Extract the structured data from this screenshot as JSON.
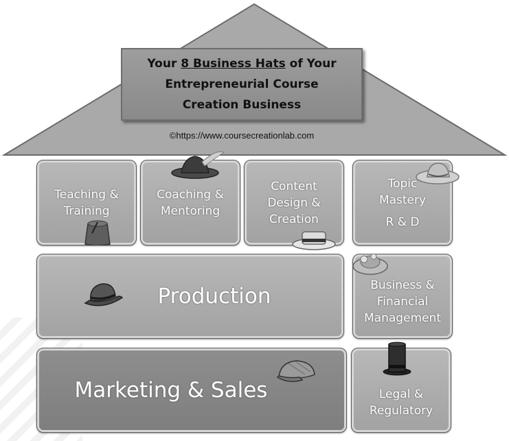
{
  "title": {
    "line1_prefix": "Your ",
    "line1_emphasis": "8 Business Hats",
    "line1_suffix": " of Your",
    "line2": "Entrepreneurial Course",
    "line3": "Creation Business"
  },
  "copyright": "©https://www.coursecreationlab.com",
  "hats": [
    {
      "lines": [
        "Teaching &",
        "Training"
      ]
    },
    {
      "lines": [
        "Coaching &",
        "Mentoring"
      ]
    },
    {
      "lines": [
        "Content",
        "Design &",
        "Creation"
      ]
    },
    {
      "lines": [
        "Topic",
        "Mastery",
        "R & D"
      ]
    },
    {
      "lines": [
        "Production"
      ]
    },
    {
      "lines": [
        "Business &",
        "Financial",
        "Management"
      ]
    },
    {
      "lines": [
        "Marketing & Sales"
      ]
    },
    {
      "lines": [
        "Legal &",
        "Regulatory"
      ]
    }
  ]
}
